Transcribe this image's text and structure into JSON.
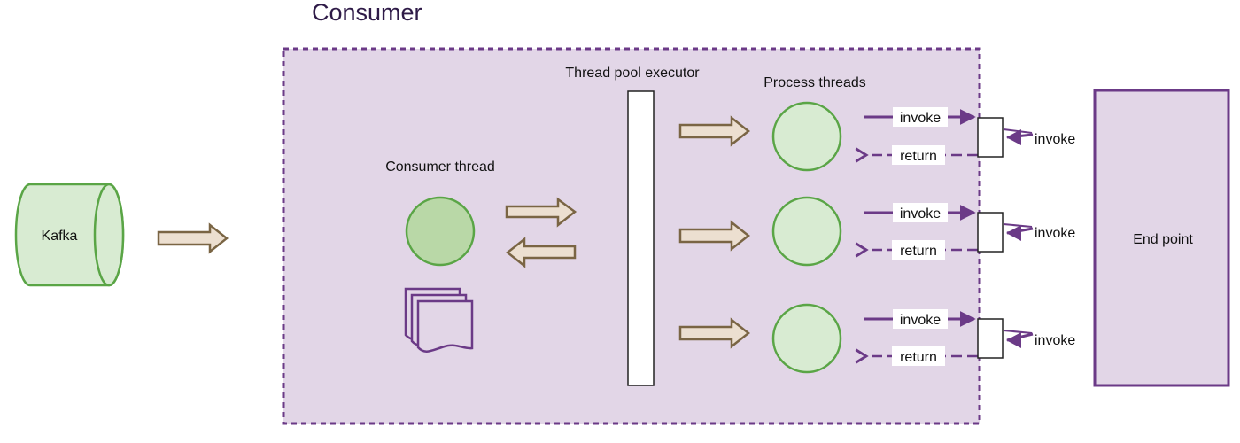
{
  "consumer": {
    "title": "Consumer"
  },
  "kafka": {
    "label": "Kafka"
  },
  "consumer_thread": {
    "label": "Consumer thread"
  },
  "executor": {
    "label": "Thread pool executor"
  },
  "process": {
    "label": "Process threads",
    "rows": [
      {
        "invoke": "invoke",
        "return": "return",
        "endpoint_invoke": "invoke"
      },
      {
        "invoke": "invoke",
        "return": "return",
        "endpoint_invoke": "invoke"
      },
      {
        "invoke": "invoke",
        "return": "return",
        "endpoint_invoke": "invoke"
      }
    ]
  },
  "endpoint": {
    "label": "End point"
  },
  "colors": {
    "purple_border": "#6b3a87",
    "consumer_fill": "#e2d6e7",
    "green_border": "#5aa546",
    "green_dark_fill": "#b9d8a7",
    "green_light_fill": "#d8ebd2",
    "arrow_fill": "#ecdfd0",
    "arrow_border": "#7a6544"
  }
}
